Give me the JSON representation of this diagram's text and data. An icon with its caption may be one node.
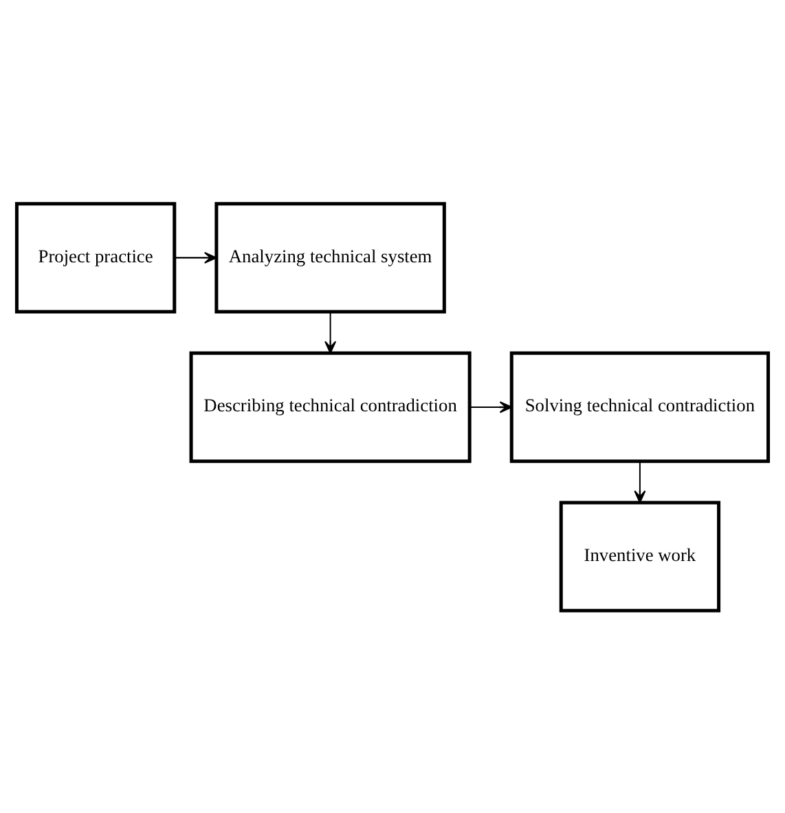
{
  "diagram": {
    "nodes": [
      {
        "text": [
          "Project practice"
        ]
      },
      {
        "text": [
          "Analyzing technical system"
        ]
      },
      {
        "text": [
          "Describing technical contradiction"
        ]
      },
      {
        "text": [
          "Solving technical contradiction"
        ]
      },
      {
        "text": [
          "Inventive work"
        ]
      }
    ],
    "edges": [
      {
        "from": 0,
        "to": 1,
        "arrow": "to"
      },
      {
        "from": 1,
        "to": 2,
        "arrow": "to"
      },
      {
        "from": 2,
        "to": 3,
        "arrow": "to"
      },
      {
        "from": 3,
        "to": 4,
        "arrow": "to"
      }
    ]
  }
}
